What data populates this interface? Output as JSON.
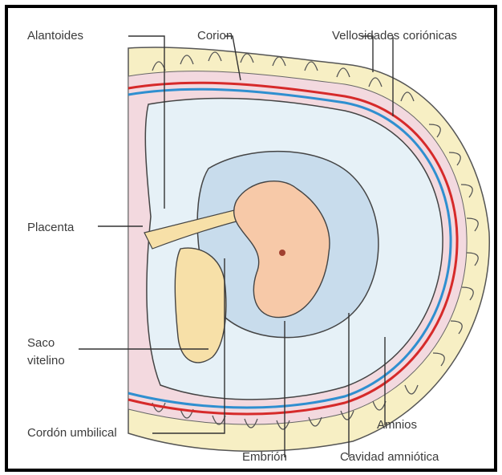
{
  "labels": {
    "alantoides": "Alantoides",
    "corion": "Corion",
    "vellosidades": "Vellosidades coriónicas",
    "placenta": "Placenta",
    "saco_line1": "Saco",
    "saco_line2": "vitelino",
    "cordon": "Cordón umbilical",
    "amnios": "Amnios",
    "embrion": "Embrión",
    "cavidad": "Cavidad amniótica"
  },
  "colors": {
    "outer_yellow": "#f7efc4",
    "chorion_pink": "#f3d9df",
    "artery_red": "#d62a2a",
    "vein_blue": "#2f8fd0",
    "exocoelom": "#e6f1f7",
    "amniotic_cavity": "#c8dcec",
    "embryo": "#f7c9a8",
    "outline": "#444444"
  }
}
